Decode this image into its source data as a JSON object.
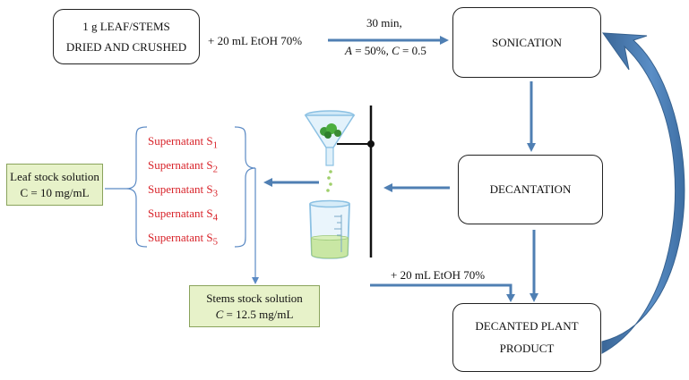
{
  "nodes": {
    "start": {
      "line1": "1 g LEAF/STEMS",
      "line2": "DRIED AND CRUSHED"
    },
    "sonication": "SONICATION",
    "decantation": "DECANTATION",
    "decanted": {
      "line1": "DECANTED PLANT",
      "line2": "PRODUCT"
    },
    "leaf_stock": {
      "line1": "Leaf stock solution",
      "line2": "C = 10 mg/mL"
    },
    "stems_stock": {
      "line1": "Stems stock solution",
      "line2_var": "C",
      "line2_rest": " = 12.5 mg/mL"
    }
  },
  "labels": {
    "add_etoh_top": "+ 20 mL EtOH 70%",
    "sonication_time": "30 min,",
    "sonication_params": {
      "a_var": "A",
      "a_rest": " = 50%, ",
      "c_var": "C",
      "c_rest": " = 0.5"
    },
    "add_etoh_bottom": "+ 20 mL EtOH 70%"
  },
  "supernatants": [
    {
      "label": "Supernatant S",
      "sub": "1"
    },
    {
      "label": "Supernatant S",
      "sub": "2"
    },
    {
      "label": "Supernatant S",
      "sub": "3"
    },
    {
      "label": "Supernatant S",
      "sub": "4"
    },
    {
      "label": "Supernatant S",
      "sub": "5"
    }
  ],
  "colors": {
    "arrow": "#4f7fb3",
    "arrow_dark": "#3a6697",
    "supernatant_text": "#d8232a",
    "stock_fill": "#e7f2c9",
    "stock_border": "#8aa35c",
    "bracket": "#5b8ac4"
  }
}
